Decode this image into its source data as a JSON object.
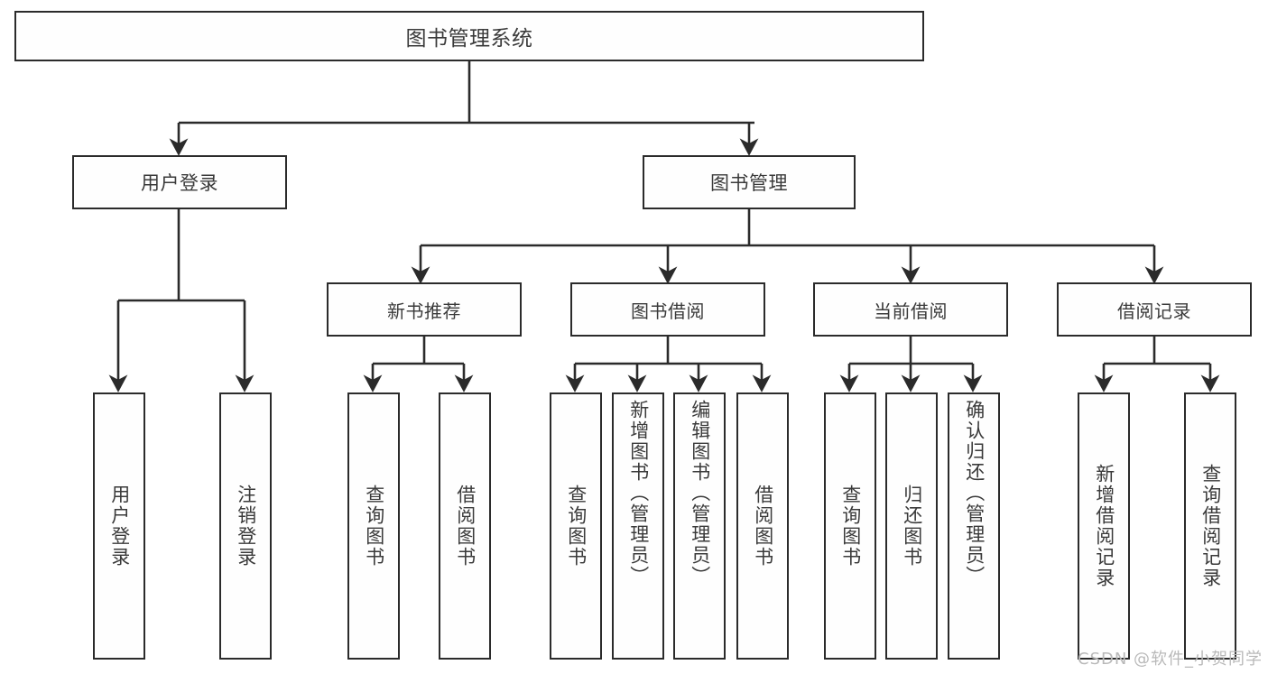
{
  "diagram": {
    "title": "图书管理系统",
    "type": "tree",
    "watermark": "CSDN @软件_小贺同学",
    "stroke_color": "#2b2b2b",
    "text_color": "#3a3a3a",
    "background": "#ffffff",
    "nodes": {
      "root": {
        "label": "图书管理系统"
      },
      "level2": [
        {
          "label": "用户登录"
        },
        {
          "label": "图书管理"
        }
      ],
      "level3": [
        {
          "label": "新书推荐"
        },
        {
          "label": "图书借阅"
        },
        {
          "label": "当前借阅"
        },
        {
          "label": "借阅记录"
        }
      ],
      "leaves": {
        "user_login": [
          {
            "label": "用户登录"
          },
          {
            "label": "注销登录"
          }
        ],
        "new_book_recommend": [
          {
            "label": "查询图书"
          },
          {
            "label": "借阅图书"
          }
        ],
        "book_borrow": [
          {
            "label": "查询图书"
          },
          {
            "label": "新增图书（管理员）"
          },
          {
            "label": "编辑图书（管理员）"
          },
          {
            "label": "借阅图书"
          }
        ],
        "current_borrow": [
          {
            "label": "查询图书"
          },
          {
            "label": "归还图书"
          },
          {
            "label": "确认归还（管理员）"
          }
        ],
        "borrow_record": [
          {
            "label": "新增借阅记录"
          },
          {
            "label": "查询借阅记录"
          }
        ]
      }
    }
  }
}
